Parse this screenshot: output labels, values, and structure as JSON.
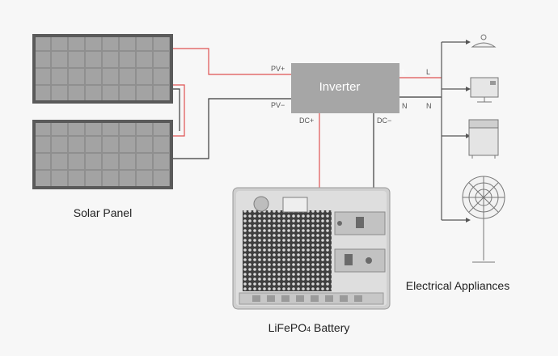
{
  "labels": {
    "inverter": "Inverter",
    "pv_plus": "PV+",
    "pv_minus": "PV−",
    "dc_plus": "DC+",
    "dc_minus": "DC−",
    "l_out": "L",
    "l_in": "L",
    "n_out": "N",
    "n_in": "N",
    "solar_panel": "Solar Panel",
    "battery_main": "LiFePO",
    "battery_sub": "4",
    "battery_tail": " Battery",
    "appliances": "Electrical Appliances"
  },
  "colors": {
    "positive_wire": "#e05252",
    "negative_wire": "#3a3a3a",
    "inverter_fill": "#a6a6a6",
    "panel_fill": "#8c8c8c",
    "battery_fill": "#d9d9d9"
  },
  "icons": [
    "ceiling-lamp-icon",
    "monitor-icon",
    "washing-machine-icon",
    "standing-fan-icon"
  ]
}
